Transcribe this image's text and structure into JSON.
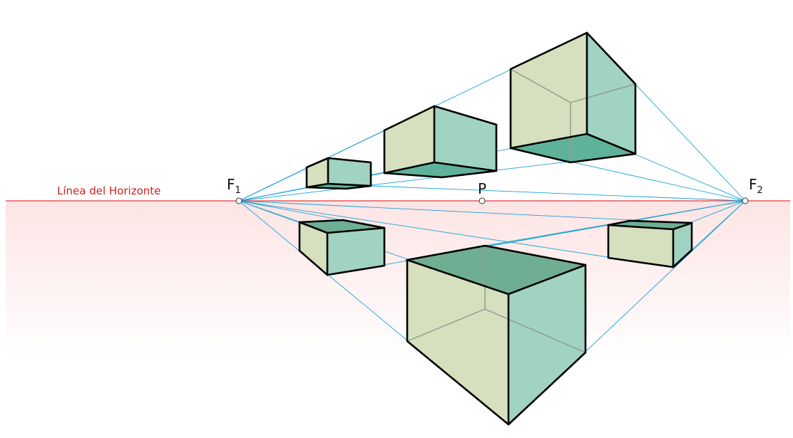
{
  "horizon": {
    "label": "Línea del Horizonte",
    "color": "#d42020"
  },
  "points": {
    "f1": {
      "main": "F",
      "sub": "1"
    },
    "f2": {
      "main": "F",
      "sub": "2"
    },
    "p": {
      "main": "P"
    }
  },
  "colors": {
    "face_left": "#d6e0bf",
    "face_right": "#a1d3c2",
    "face_dark": "#6fae93",
    "face_darker": "#5fb29a",
    "ray": "#1aa3d6",
    "ground_tint": "#fde4e4"
  }
}
